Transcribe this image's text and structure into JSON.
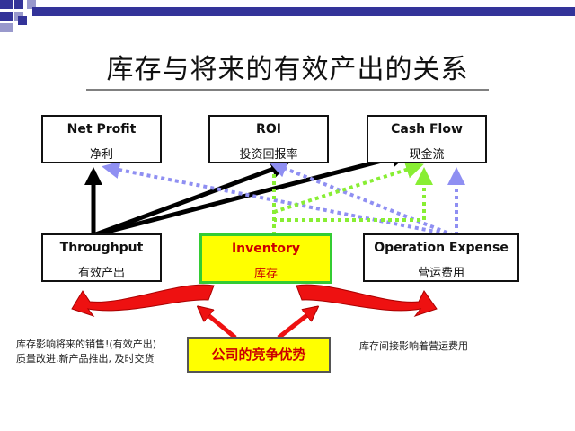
{
  "title": "库存与将来的有效产出的关系",
  "colors": {
    "accent_navy": "#333399",
    "inventory_fill": "#ffff00",
    "inventory_border": "#33cc33",
    "inventory_text": "#cc0000",
    "arrow_black": "#000000",
    "arrow_blue_dotted": "#8f8ff2",
    "arrow_green_dotted": "#88ee33",
    "arrow_red": "#ee1111"
  },
  "top_boxes": [
    {
      "en": "Net Profit",
      "zh": "净利"
    },
    {
      "en": "ROI",
      "zh": "投资回报率"
    },
    {
      "en": "Cash Flow",
      "zh": "现金流"
    }
  ],
  "bottom_boxes": [
    {
      "en": "Throughput",
      "zh": "有效产出"
    },
    {
      "en": "Inventory",
      "zh": "库存"
    },
    {
      "en": "Operation Expense",
      "zh": "营运费用"
    }
  ],
  "advantage": "公司的竞争优势",
  "left_note": [
    "库存影响将来的销售!(有效产出)",
    "质量改进,新产品推出, 及时交货"
  ],
  "right_note": "库存间接影响着营运费用"
}
